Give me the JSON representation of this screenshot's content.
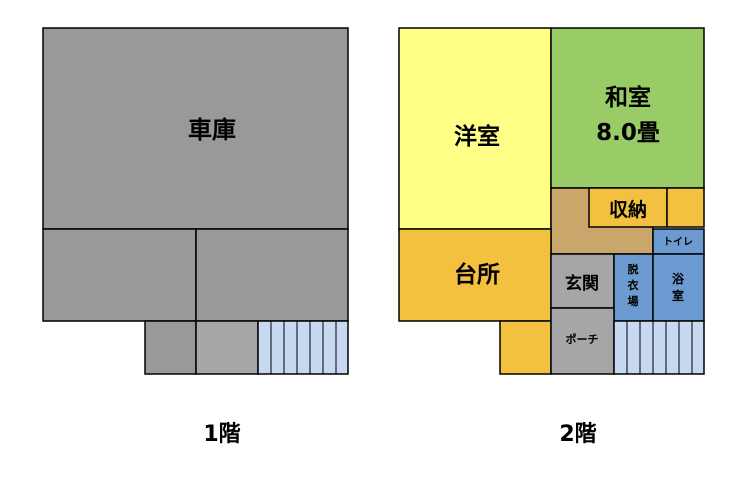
{
  "floor1": {
    "caption": "1階",
    "rooms": {
      "garage": "車庫"
    }
  },
  "floor2": {
    "caption": "2階",
    "rooms": {
      "western_room": "洋室",
      "japanese_room_line1": "和室",
      "japanese_room_line2": "8.0畳",
      "storage": "収納",
      "kitchen": "台所",
      "toilet": "トイレ",
      "entrance": "玄関",
      "dressing_line1": "脱",
      "dressing_line2": "衣",
      "dressing_line3": "場",
      "bathroom_line1": "浴",
      "bathroom_line2": "室",
      "porch": "ポーチ"
    }
  },
  "colors": {
    "gray_dark": "#999999",
    "gray_light": "#a6a6a6",
    "yellow": "#ffff88",
    "green": "#99cc66",
    "orange": "#f4c040",
    "tan": "#c9a66b",
    "blue": "#6b9bd0",
    "stair": "#c6d9f1",
    "outline": "#000000"
  }
}
